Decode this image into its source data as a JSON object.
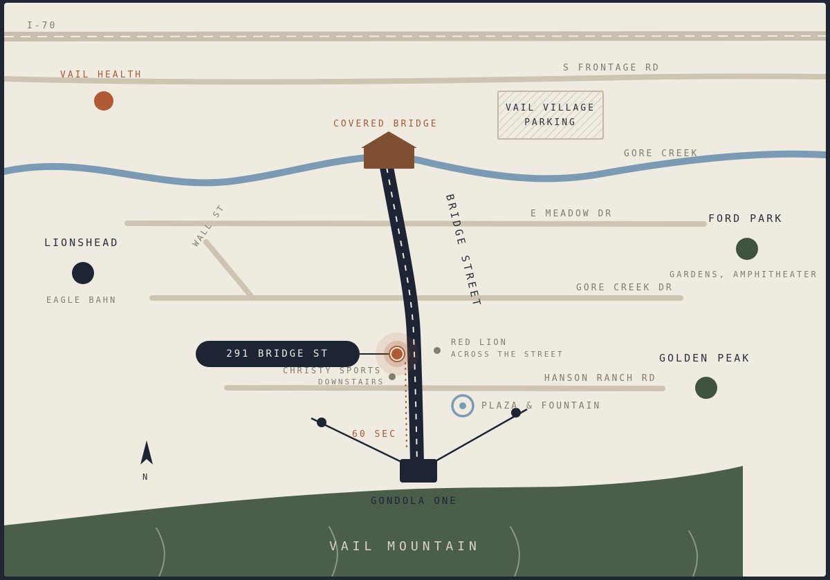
{
  "colors": {
    "background": "#efebe1",
    "road": "#cdc4b2",
    "creek": "#7a9bb3",
    "bridge_street": "#1d2535",
    "mountain": "#4a5e4a",
    "accent": "#b05a36",
    "navy": "#1d2535",
    "green_dot": "#3f5440",
    "label_gray": "#827b70"
  },
  "highway": {
    "label": "I-70"
  },
  "roads": {
    "s_frontage": "S FRONTAGE RD",
    "e_meadow": "E MEADOW DR",
    "gore_creek_dr": "GORE CREEK DR",
    "hanson_ranch": "HANSON RANCH RD",
    "wall_st": "WALL ST"
  },
  "creek": {
    "label": "GORE CREEK"
  },
  "bridge_street": {
    "label": "BRIDGE STREET"
  },
  "covered_bridge": {
    "label": "COVERED BRIDGE"
  },
  "parking": {
    "line1": "VAIL VILLAGE",
    "line2": "PARKING"
  },
  "places": {
    "vail_health": {
      "name": "VAIL HEALTH",
      "icon": "dot-icon"
    },
    "lionshead": {
      "name": "LIONSHEAD",
      "sub": "EAGLE BAHN",
      "icon": "dot-icon"
    },
    "ford_park": {
      "name": "FORD PARK",
      "sub": "GARDENS, AMPHITHEATER",
      "icon": "dot-icon"
    },
    "golden_peak": {
      "name": "GOLDEN PEAK",
      "icon": "dot-icon"
    }
  },
  "location": {
    "address": "291 BRIDGE ST",
    "icon": "location-pin-icon"
  },
  "landmarks": {
    "red_lion": {
      "name": "RED LION",
      "sub": "ACROSS THE STREET"
    },
    "christy": {
      "name": "CHRISTY SPORTS",
      "sub": "DOWNSTAIRS"
    },
    "plaza": {
      "name": "PLAZA & FOUNTAIN",
      "icon": "fountain-icon"
    }
  },
  "walk_time": "60 SEC",
  "gondola": {
    "label": "GONDOLA ONE"
  },
  "mountain": {
    "label": "VAIL MOUNTAIN"
  },
  "compass": {
    "label": "N",
    "icon": "north-arrow-icon"
  }
}
